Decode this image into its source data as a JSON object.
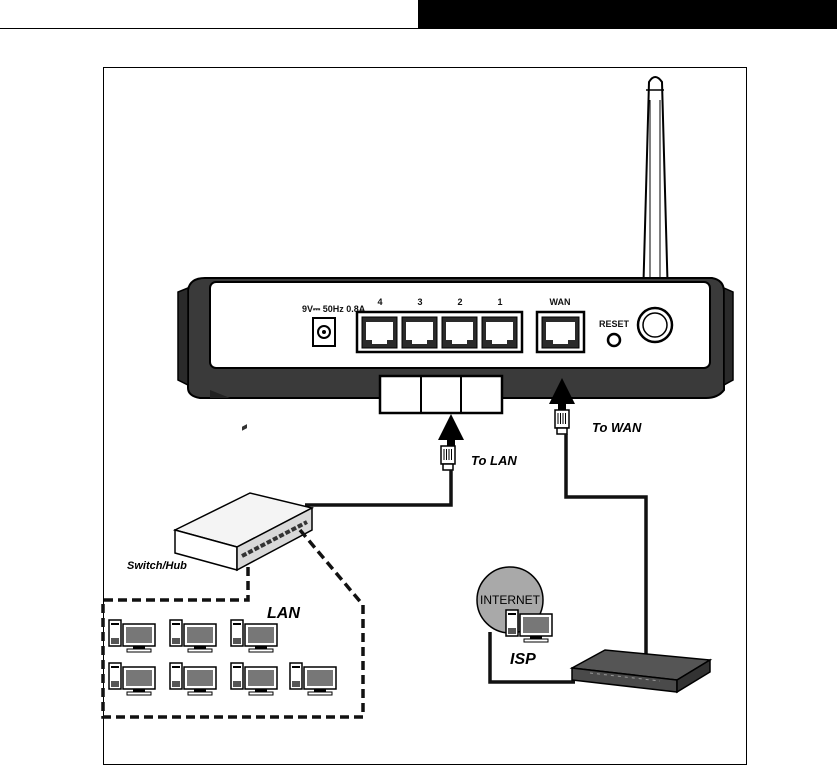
{
  "router": {
    "power_label": "9V⎓ 50Hz 0.8A",
    "port_labels": [
      "4",
      "3",
      "2",
      "1"
    ],
    "wan_label": "WAN",
    "reset_label": "RESET"
  },
  "labels": {
    "to_lan": "To LAN",
    "to_wan": "To WAN",
    "switch_hub": "Switch/Hub",
    "lan": "LAN",
    "internet": "INTERNET",
    "isp": "ISP"
  },
  "colors": {
    "router_body": "#3a3a3a",
    "panel": "#ffffff",
    "cable": "#111111",
    "globe": "#a9a9a9",
    "monitor_screen": "#7a7a7a"
  }
}
